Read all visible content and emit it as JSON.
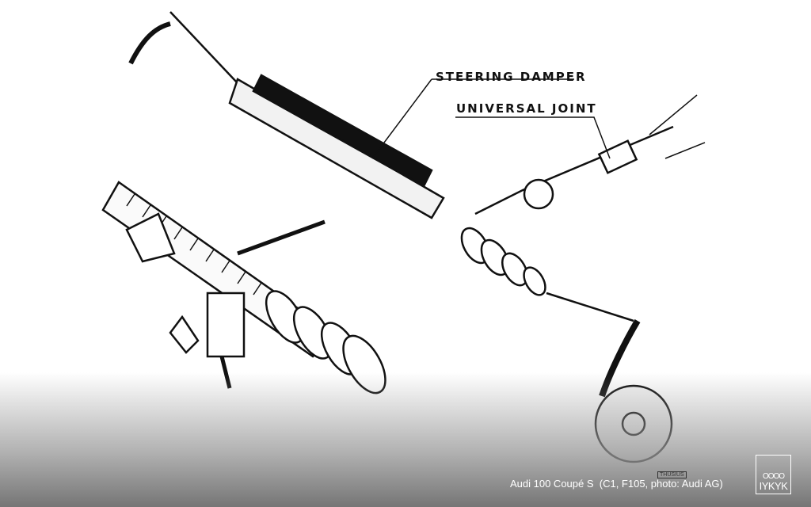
{
  "diagram": {
    "labels": {
      "steering_damper": "STEERING DAMPER",
      "universal_joint": "UNIVERSAL JOINT"
    },
    "signature": "THUSIUS"
  },
  "caption": "Audi 100 Coupé S  (C1, F105, photo: Audi AG)",
  "logo": {
    "rings": "OOOO",
    "text": "IYKYK"
  }
}
